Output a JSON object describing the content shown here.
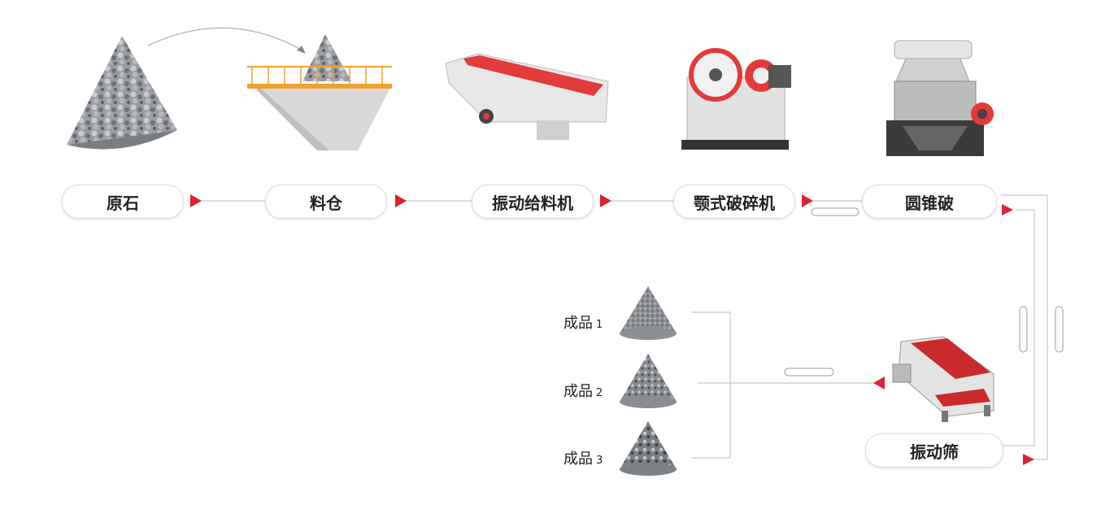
{
  "stages": [
    {
      "label": "原石",
      "icon": "raw-stone-pile-icon"
    },
    {
      "label": "料仓",
      "icon": "material-bin-icon"
    },
    {
      "label": "振动给料机",
      "icon": "vibrating-feeder-icon"
    },
    {
      "label": "颚式破碎机",
      "icon": "jaw-crusher-icon"
    },
    {
      "label": "圆锥破",
      "icon": "cone-crusher-icon"
    }
  ],
  "screen": {
    "label": "振动筛",
    "icon": "vibrating-screen-icon"
  },
  "products": [
    {
      "label": "成品",
      "num": "1",
      "icon": "fine-aggregate-pile-icon"
    },
    {
      "label": "成品",
      "num": "2",
      "icon": "medium-aggregate-pile-icon"
    },
    {
      "label": "成品",
      "num": "3",
      "icon": "coarse-aggregate-pile-icon"
    }
  ],
  "colors": {
    "arrow": "#e02030",
    "machine_red": "#e33a3a",
    "line": "#c8c8c8",
    "pile": "#8a8d92"
  }
}
